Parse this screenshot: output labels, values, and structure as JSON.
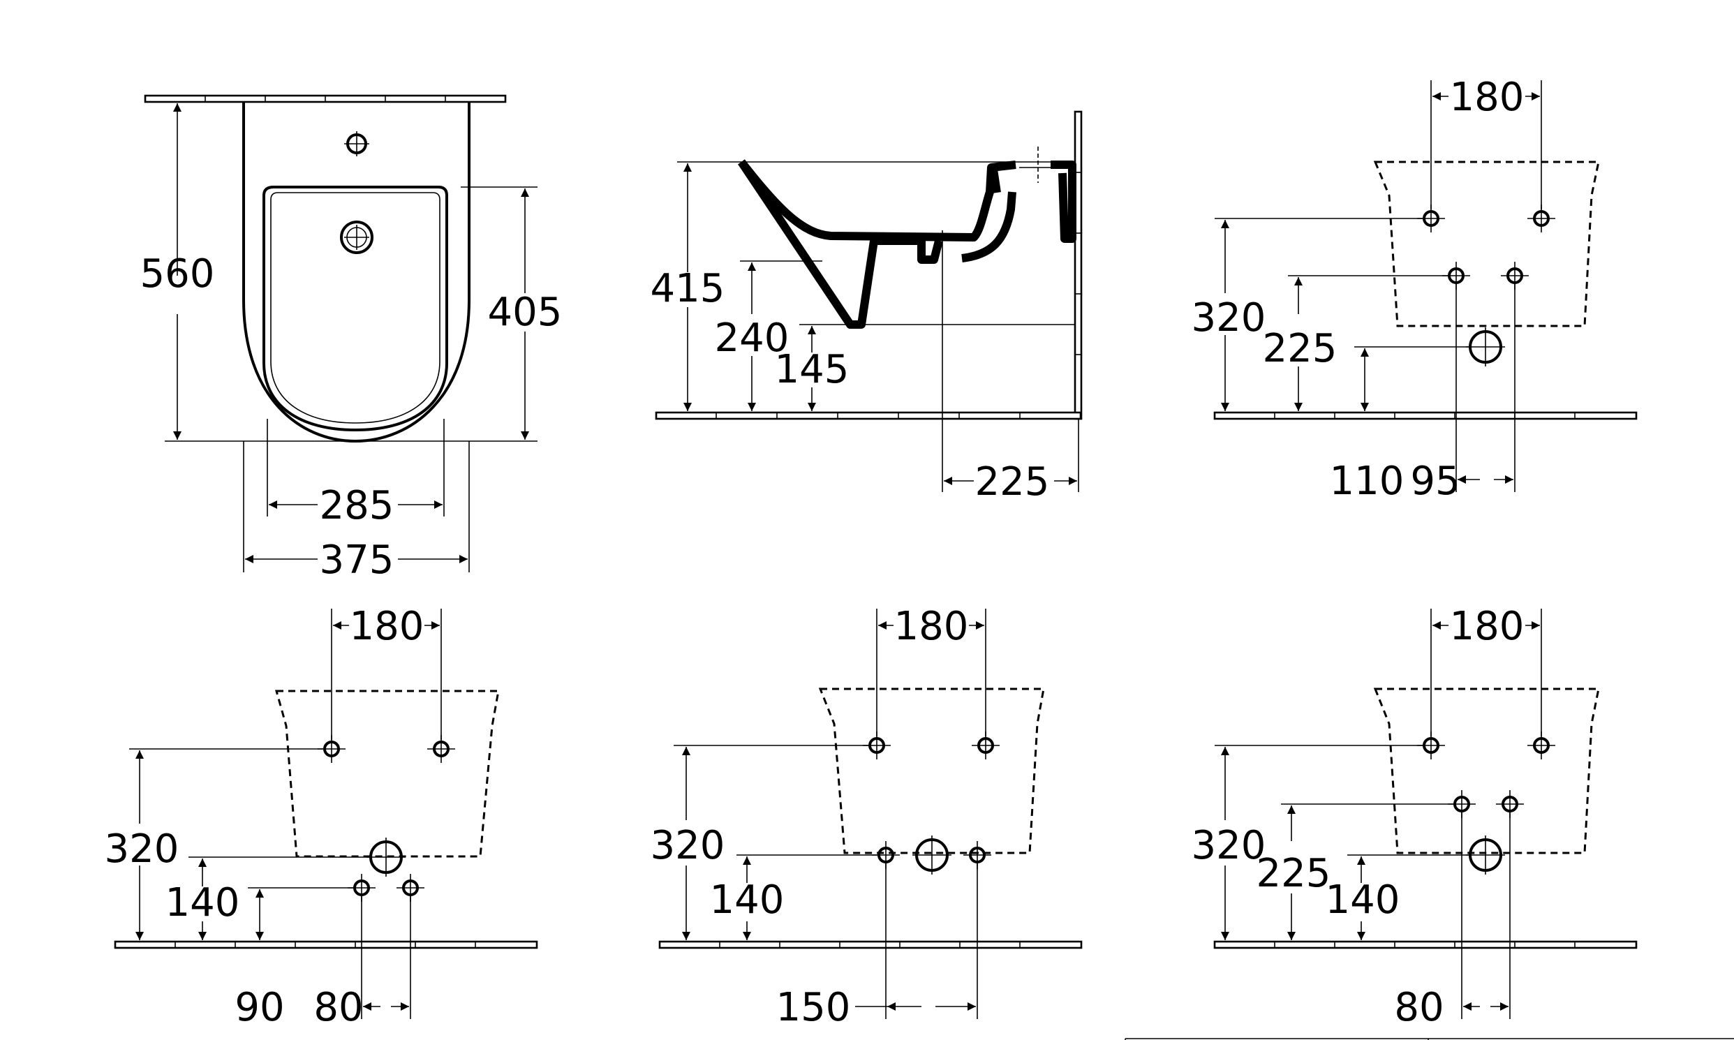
{
  "dimensions": {
    "front": {
      "total_height": "560",
      "seat_height": "405",
      "inner_width": "285",
      "outer_width": "375"
    },
    "side": {
      "rim_height": "415",
      "h1": "240",
      "h2": "145",
      "depth": "225"
    },
    "install_1": {
      "top": "180",
      "left_height": "320",
      "mid_height": "225",
      "low_height": "110",
      "spacing": "95"
    },
    "install_2": {
      "top": "180",
      "left_height": "320",
      "mid_height": "140",
      "low_height": "90",
      "spacing": "80"
    },
    "install_3": {
      "top": "180",
      "left_height": "320",
      "mid_height": "140",
      "spacing": "150"
    },
    "install_4": {
      "top": "180",
      "left_height": "320",
      "mid_height": "225",
      "low_height": "140",
      "spacing": "80"
    }
  },
  "colors": {
    "line": "#000000",
    "background": "#ffffff"
  }
}
